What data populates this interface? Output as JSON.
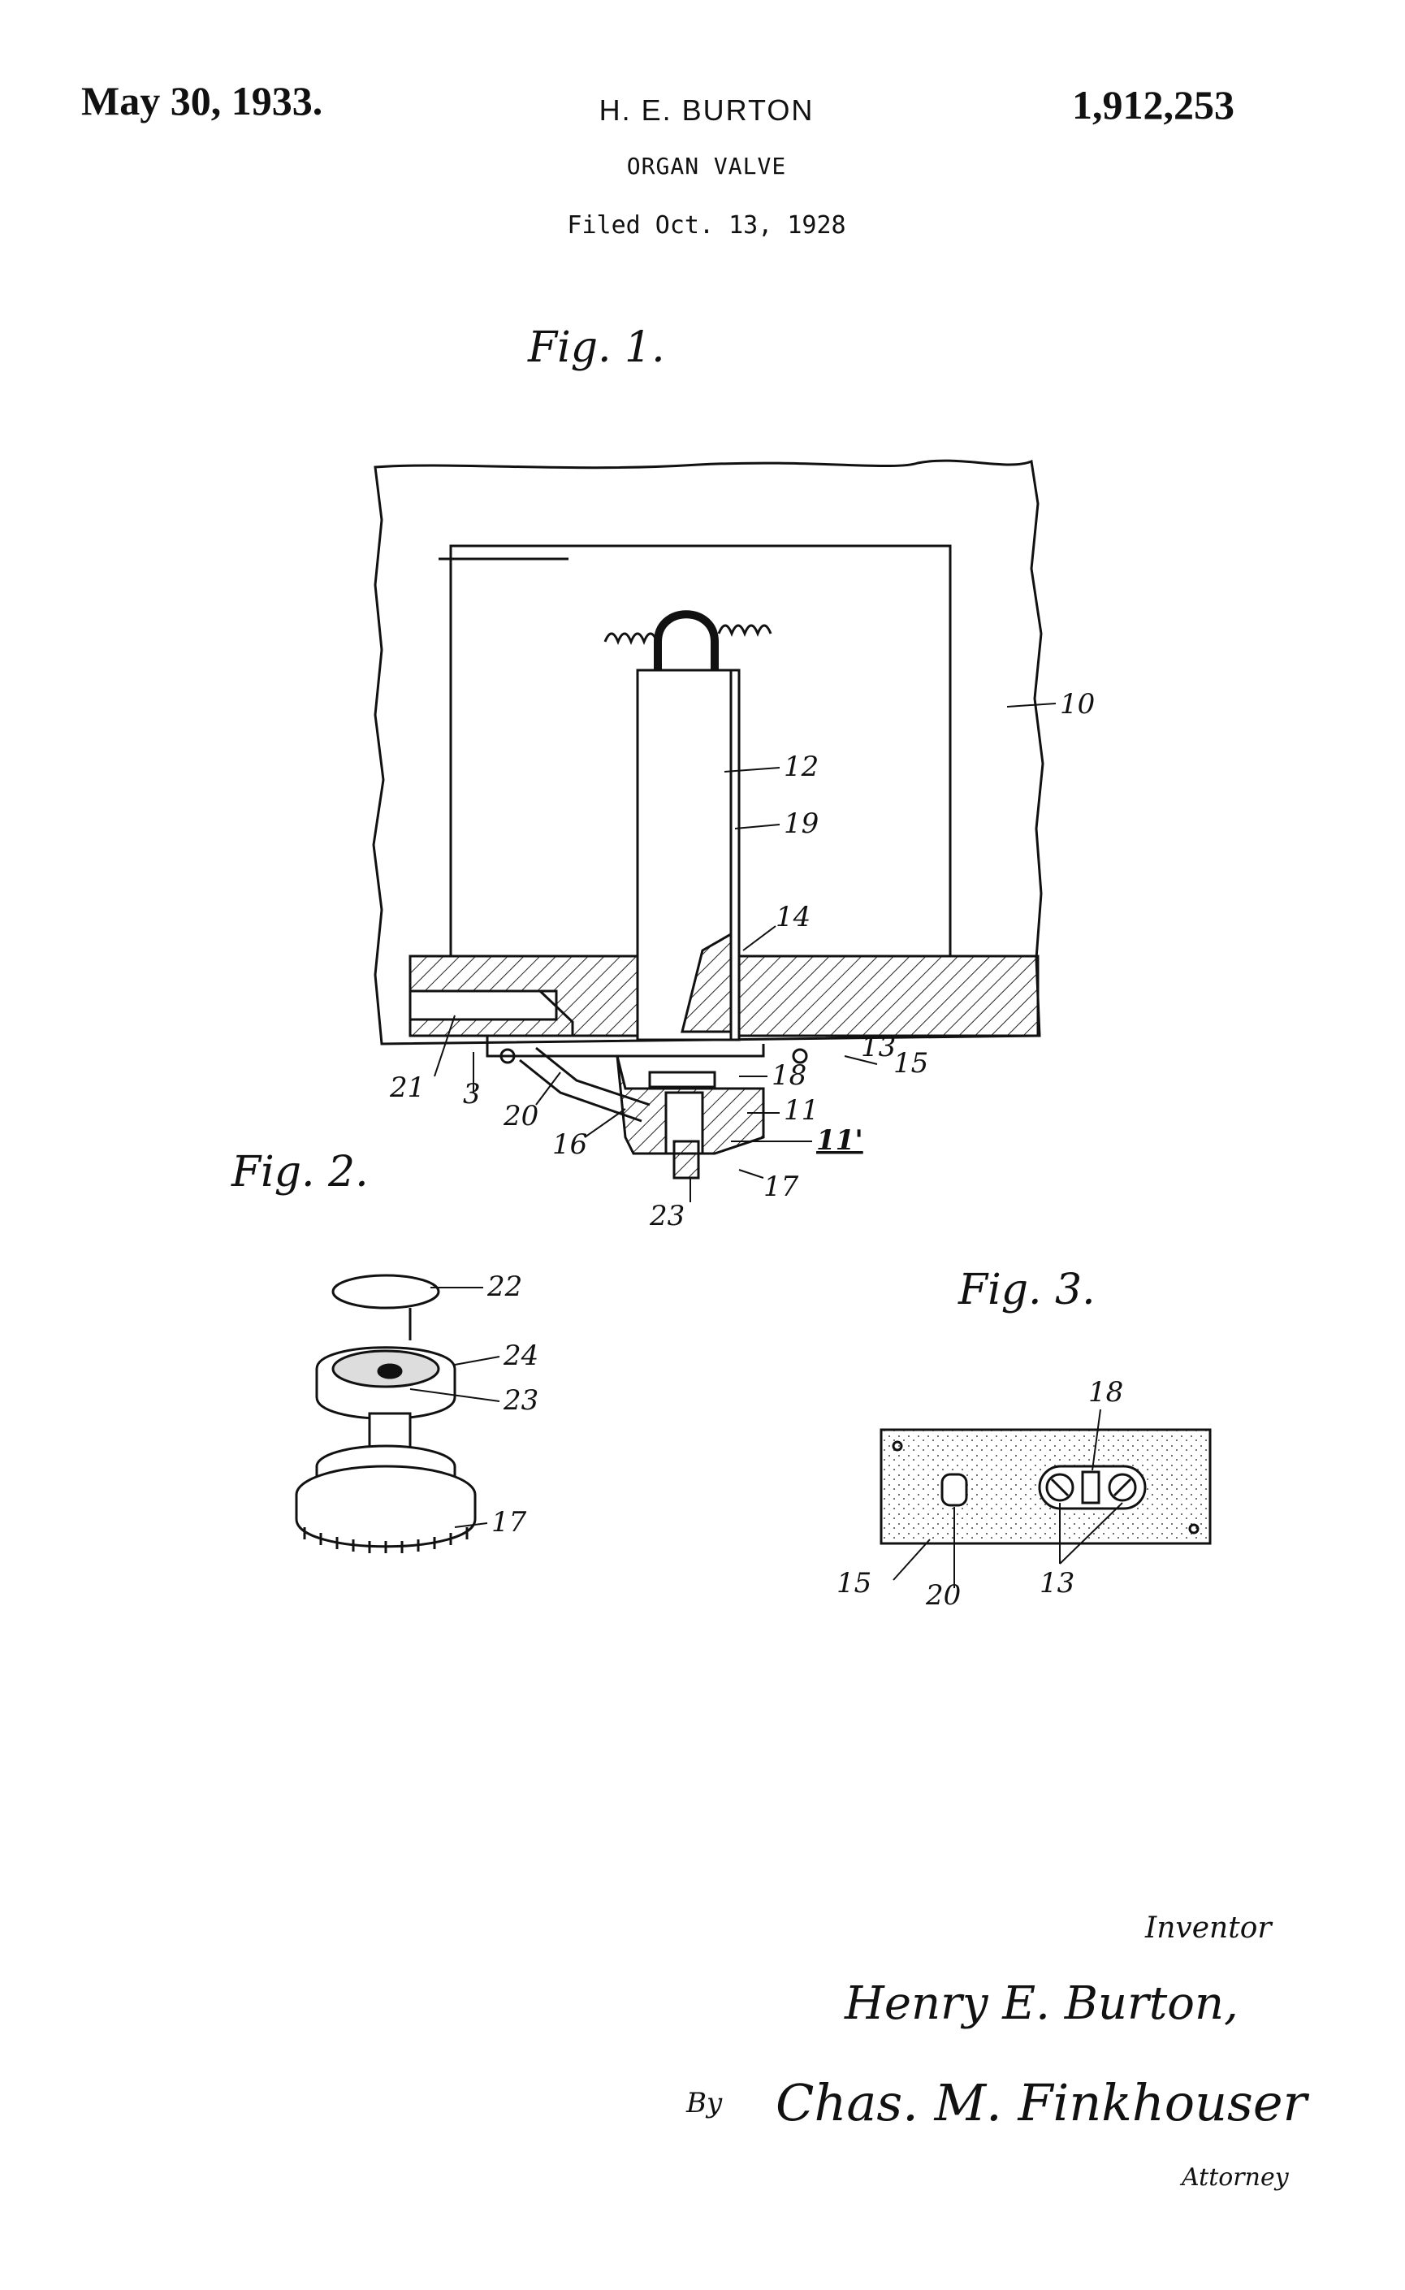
{
  "header": {
    "date": "May 30, 1933.",
    "inventor_name": "H. E. BURTON",
    "title": "ORGAN VALVE",
    "filed": "Filed Oct. 13, 1928",
    "patent_number": "1,912,253"
  },
  "figures": {
    "fig1_label": "Fig. 1.",
    "fig2_label": "Fig. 2.",
    "fig3_label": "Fig. 3."
  },
  "fig1_refs": {
    "r10": "10",
    "r12": "12",
    "r19": "19",
    "r14": "14",
    "r21": "21",
    "r3": "3",
    "r20": "20",
    "r16": "16",
    "r18": "18",
    "r13": "13",
    "r15": "15",
    "r11": "11",
    "r11p": "11'",
    "r23": "23",
    "r17": "17"
  },
  "fig2_refs": {
    "r22": "22",
    "r24": "24",
    "r23": "23",
    "r17": "17"
  },
  "fig3_refs": {
    "r18": "18",
    "r15": "15",
    "r20": "20",
    "r13": "13"
  },
  "signature": {
    "inventor_heading": "Inventor",
    "inventor_signature": "Henry E. Burton,",
    "by": "By",
    "attorney_signature": "Chas. M. Finkhouser",
    "attorney_heading": "Attorney"
  }
}
